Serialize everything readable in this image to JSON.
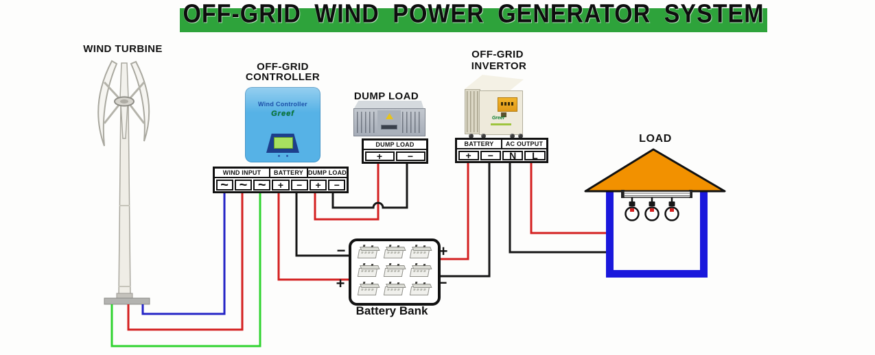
{
  "title": "OFF-GRID WIND POWER GENERATOR SYSTEM",
  "colors": {
    "banner_green": "#2ea33b",
    "wire_red": "#d42020",
    "wire_black": "#161616",
    "wire_blue": "#2424c6",
    "wire_green": "#2fd32f",
    "roof_orange": "#f29100",
    "house_blue": "#1a18dc",
    "controller_blue": "#56b2e6",
    "lcd_navy": "#1d3f8c",
    "lcd_green": "#a8e060"
  },
  "turbine": {
    "label": "WIND TURBINE"
  },
  "controller": {
    "title_line1": "OFF-GRID",
    "title_line2": "CONTROLLER",
    "face_title": "Wind Controller",
    "brand": "Greef",
    "block": {
      "groups": [
        "WIND INPUT",
        "BATTERY",
        "DUMP LOAD"
      ],
      "cells": [
        "~",
        "~",
        "~",
        "+",
        "−",
        "+",
        "−"
      ]
    }
  },
  "dump_load": {
    "title": "DUMP LOAD",
    "block": {
      "header": "DUMP LOAD",
      "cells": [
        "+",
        "−"
      ]
    }
  },
  "inverter": {
    "title_line1": "OFF-GRID",
    "title_line2": "INVERTOR",
    "block": {
      "groups": [
        "BATTERY",
        "AC OUTPUT"
      ],
      "cells": [
        "+",
        "−",
        "N",
        "L"
      ]
    }
  },
  "battery_bank": {
    "label": "Battery Bank",
    "terminals": {
      "left_top": "−",
      "left_bottom": "+",
      "right_top": "+",
      "right_bottom": "−"
    }
  },
  "load": {
    "label": "LOAD"
  }
}
